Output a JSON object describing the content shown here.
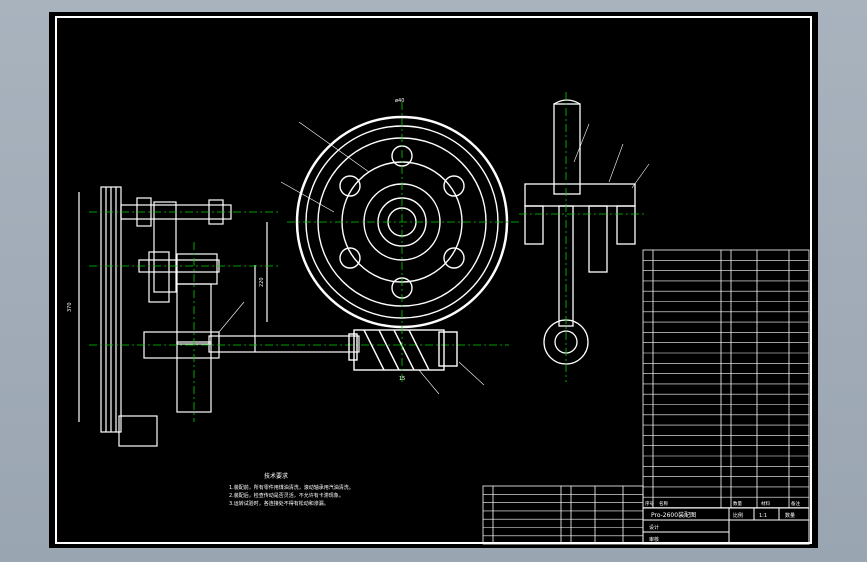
{
  "drawing": {
    "technical_requirements_heading": "技术要求",
    "technical_requirements": [
      "1.装配前，所有零件用煤油清洗，滚动轴承用汽油清洗。",
      "2.装配后，检查传动是否灵活，不允许有卡滞现象。",
      "3.运转试验时，各连接处不得有松动和渗漏。"
    ],
    "dimension_labels": [
      "370",
      "220",
      "ø40",
      "15"
    ],
    "title_block": {
      "title": "Pro-2600装配图",
      "cells": [
        "比例",
        "1:1",
        "数量"
      ],
      "row_labels": [
        "设计",
        "审核"
      ],
      "header": [
        "序号",
        "名称",
        "数量",
        "材料",
        "备注"
      ]
    },
    "colors": {
      "line": "#ffffff",
      "centerline": "#00d000",
      "background": "#000000",
      "window": "#9aa5b2"
    }
  }
}
